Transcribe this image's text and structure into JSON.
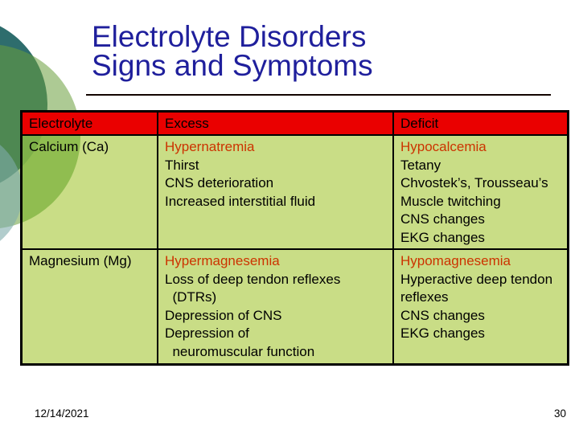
{
  "title": {
    "line1": "Electrolyte Disorders",
    "line2": "Signs and Symptoms"
  },
  "table": {
    "headers": [
      "Electrolyte",
      "Excess",
      "Deficit"
    ],
    "rows": [
      {
        "electrolyte": "Calcium (Ca)",
        "excess": [
          {
            "text": "Hypernatremia",
            "em": true
          },
          {
            "text": "Thirst"
          },
          {
            "text": "CNS deterioration"
          },
          {
            "text": "Increased interstitial fluid"
          }
        ],
        "deficit": [
          {
            "text": "Hypocalcemia",
            "em": true
          },
          {
            "text": "Tetany"
          },
          {
            "text": "Chvostek’s, Trousseau’s"
          },
          {
            "text": "Muscle twitching"
          },
          {
            "text": "CNS changes"
          },
          {
            "text": "EKG changes"
          }
        ]
      },
      {
        "electrolyte": "Magnesium (Mg)",
        "excess": [
          {
            "text": "Hypermagnesemia",
            "em": true
          },
          {
            "text": "Loss of deep tendon reflexes\n  (DTRs)"
          },
          {
            "text": "Depression of CNS"
          },
          {
            "text": "Depression of\n  neuromuscular function"
          }
        ],
        "deficit": [
          {
            "text": "Hypomagnesemia",
            "em": true
          },
          {
            "text": "Hyperactive deep tendon\nreflexes"
          },
          {
            "text": "CNS changes"
          },
          {
            "text": "EKG changes"
          }
        ]
      }
    ]
  },
  "footer": {
    "date": "12/14/2021",
    "page_number": "30"
  },
  "colors": {
    "title_text": "#1F1F9C",
    "header_bg": "#EA0000",
    "cell_bg": "#C9DD86",
    "emphasis_text": "#CC3300",
    "deco_teal": "#2E6D6D"
  }
}
